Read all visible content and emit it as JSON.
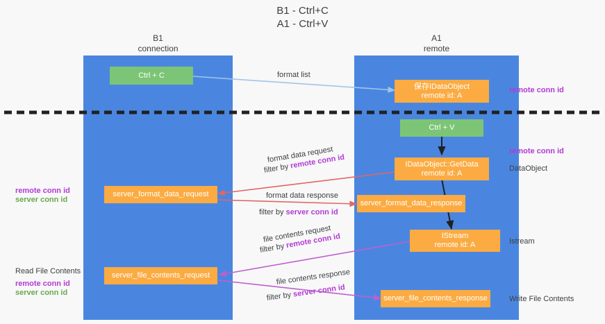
{
  "title": {
    "line1": "B1 - Ctrl+C",
    "line2": "A1 - Ctrl+V"
  },
  "columns": [
    {
      "name": "B1",
      "role": "connection"
    },
    {
      "name": "A1",
      "role": "remote"
    }
  ],
  "boxes": {
    "ctrl_c": "Ctrl + C",
    "ctrl_v": "Ctrl + V",
    "save_dataobject": {
      "line1": "保存IDataObject",
      "line2": "remote id: A"
    },
    "getdata": {
      "line1": "IDataObject::GetData",
      "line2": "remote id: A"
    },
    "istream": {
      "line1": "IStream",
      "line2": "remote id: A"
    },
    "server_format_data_request": "server_format_data_request",
    "server_format_data_response": "server_format_data_response",
    "server_file_contents_request": "server_file_contents_request",
    "server_file_contents_response": "server_file_contents_response"
  },
  "edge_labels": {
    "format_list": "format list",
    "format_data_request": "format data request",
    "format_data_response": "format data response",
    "file_contents_request": "file contents request",
    "file_contents_response": "file contents response",
    "filter_by": "filter by ",
    "remote_conn_id": "remote conn id",
    "server_conn_id": "server conn id"
  },
  "side_labels": {
    "remote_conn_id_top": "remote conn id",
    "remote_conn_id_mid": "remote conn id",
    "dataobject": "DataObject",
    "istream": "Istream",
    "write_file_contents": "Write File Contents",
    "read_file_contents": "Read File Contents",
    "left_remote_conn_id": "remote conn id",
    "left_server_conn_id": "server conn id",
    "left2_remote_conn_id": "remote conn id",
    "left2_server_conn_id": "server conn id"
  },
  "colors": {
    "lane": "#4a86e0",
    "box_orange": "#fbab42",
    "box_green": "#7cc576",
    "purple": "#b23bd4",
    "green_text": "#6aa84f",
    "red_arrow": "#e06666",
    "blue_arrow": "#9fc5e8",
    "magenta_arrow": "#bf5fd0",
    "divider": "#202124"
  }
}
